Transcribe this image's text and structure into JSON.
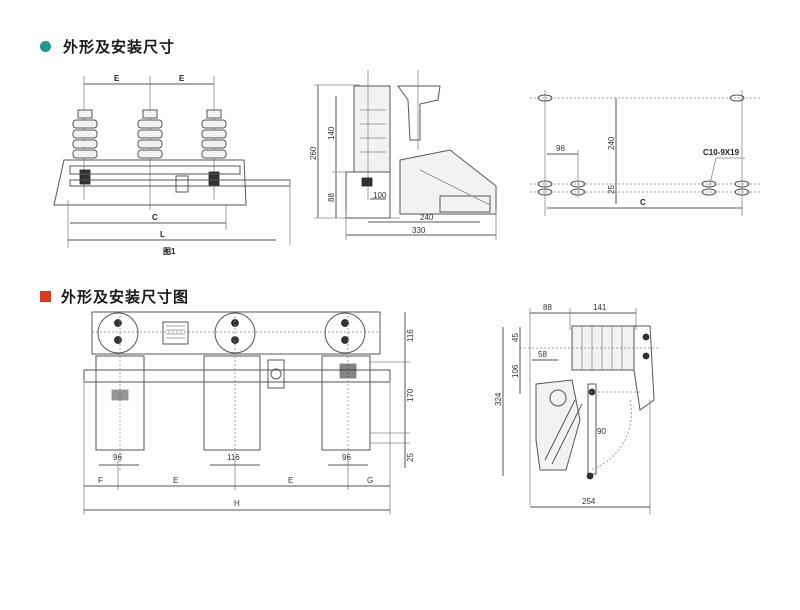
{
  "section1": {
    "title": "外形及安装尺寸",
    "marker_color": "#1a9a8a",
    "front_view": {
      "dim_e_left": "E",
      "dim_e_right": "E",
      "dim_c": "C",
      "dim_l": "L",
      "caption": "图1"
    },
    "side_view": {
      "dim_260": "260",
      "dim_140": "140",
      "dim_88": "88",
      "dim_100": "100",
      "dim_240": "240",
      "dim_330": "330"
    },
    "mount_view": {
      "dim_240": "240",
      "dim_96": "96",
      "dim_25": "25",
      "dim_c": "C",
      "hole_note": "C10-9X19"
    }
  },
  "section2": {
    "title": "外形及安装尺寸图",
    "marker_color": "#e03a1e",
    "front_view": {
      "dim_116_right": "116",
      "dim_170": "170",
      "dim_25": "25",
      "dim_96_left": "96",
      "dim_116_mid": "116",
      "dim_96_right": "96",
      "dim_f": "F",
      "dim_e_left": "E",
      "dim_e_right": "E",
      "dim_g": "G",
      "dim_h": "H"
    },
    "side_view": {
      "dim_88": "88",
      "dim_141": "141",
      "dim_45": "45",
      "dim_106": "106",
      "dim_58": "58",
      "dim_324": "324",
      "dim_90": "90",
      "dim_254": "254"
    }
  }
}
